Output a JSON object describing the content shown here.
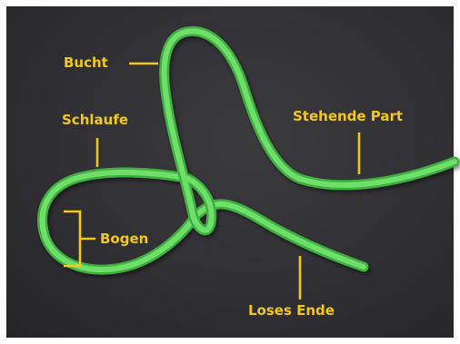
{
  "labels": {
    "bucht": "Bucht",
    "schlaufe": "Schlaufe",
    "stehende_part": "Stehende Part",
    "bogen": "Bogen",
    "loses_ende": "Loses Ende"
  },
  "colors": {
    "background": "#302f33",
    "rope": "#5cd65c",
    "label": "#f2c81b"
  }
}
